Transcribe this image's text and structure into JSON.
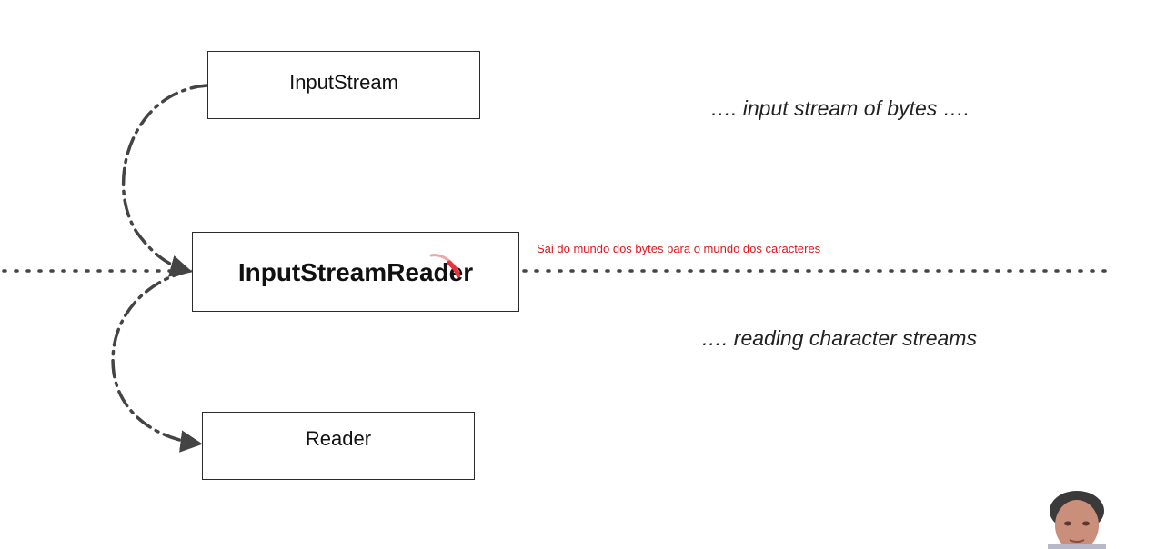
{
  "diagram": {
    "boxes": {
      "input_stream": "InputStream",
      "input_stream_reader": "InputStreamReader",
      "reader": "Reader"
    },
    "notes": {
      "bytes": "…. input stream of bytes ….",
      "characters": "…. reading character streams"
    },
    "annotation": "Sai do mundo dos bytes para o mundo dos caracteres"
  },
  "colors": {
    "line": "#444444",
    "annotation": "#e0161b",
    "cursor": "#e8323a"
  },
  "icons": {
    "cursor": "pointer-highlight-icon",
    "presenter": "presenter-webcam-thumbnail"
  }
}
